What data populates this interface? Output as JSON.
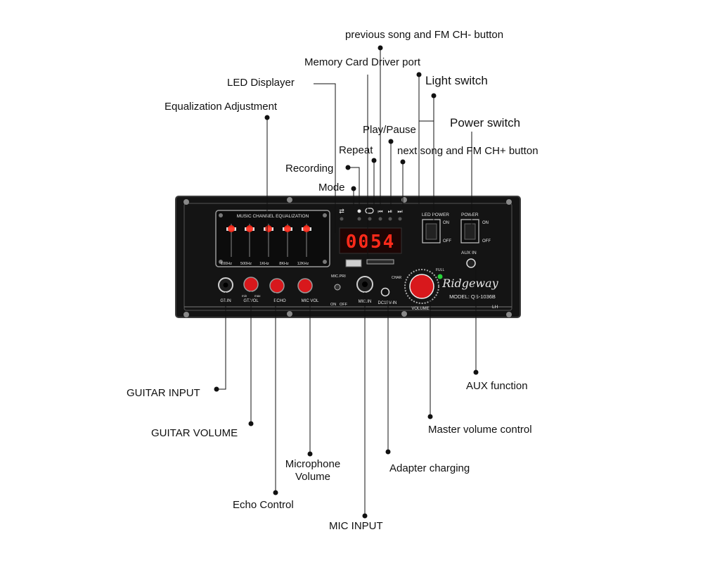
{
  "callouts": {
    "prev_song": "previous song and FM CH- button",
    "memory_card": "Memory Card Driver port",
    "led_displayer": "LED  Displayer",
    "light_switch": "Light switch",
    "equalization": "Equalization Adjustment",
    "play_pause": "Play/Pause",
    "power_switch": "Power switch",
    "repeat": "Repeat",
    "next_song": "next song and FM CH+ button",
    "recording": "Recording",
    "mode": "Mode",
    "guitar_input": "GUITAR INPUT",
    "guitar_volume": "GUITAR VOLUME",
    "microphone_volume_1": "Microphone",
    "microphone_volume_2": "Volume",
    "echo_control": "Echo Control",
    "mic_input": "MIC INPUT",
    "adapter_charging": "Adapter charging",
    "master_volume": "Master volume control",
    "aux_function": "AUX function"
  },
  "panel": {
    "eq_title": "MUSIC CHANNEL EQUALIZATION",
    "eq_bands": [
      "100Hz",
      "500Hz",
      "1KHz",
      "8KHz",
      "12KHz"
    ],
    "display_value": "0054",
    "led_power": "LED POWER",
    "power": "POWER",
    "on": "ON",
    "off": "OFF",
    "aux_in": "AUX IN",
    "brand": "Ridgeway",
    "model": "MODEL: QS-1036B",
    "lh": "LH",
    "gt_in": "GT.IN",
    "gt_vol": "GT.VOL",
    "echo": "ECHO",
    "mic_vol": "MIC VOL",
    "min": "min",
    "max": "max",
    "mic_pri": "MIC.PRI",
    "mic_in": "MIC.IN",
    "dc_in": "DC15V-IN",
    "char": "CHAR",
    "full": "FULL",
    "volume": "VOLUME"
  },
  "colors": {
    "panel": "#141414",
    "led_red": "#ff2a1a",
    "knob_red": "#d8181c",
    "full_led": "#27d43a"
  }
}
